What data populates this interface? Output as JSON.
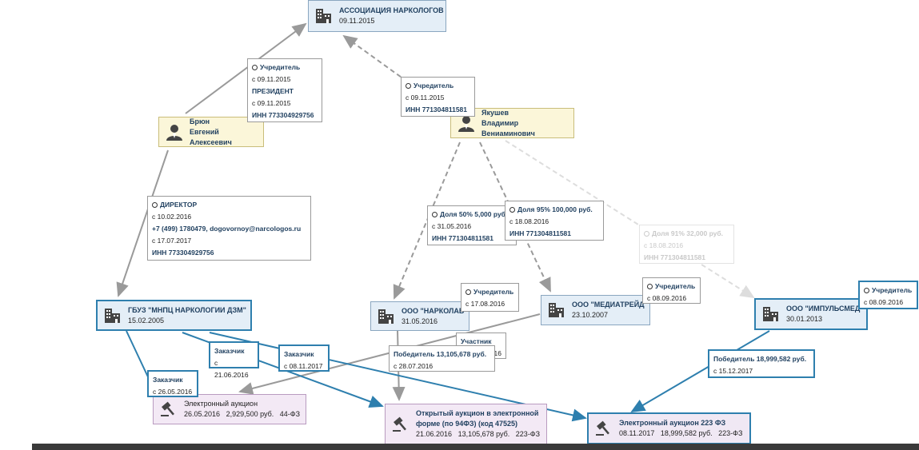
{
  "nodes": {
    "assoc": {
      "name": "АССОЦИАЦИЯ НАРКОЛОГОВ",
      "date": "09.11.2015"
    },
    "bryun": {
      "name1": "Брюн",
      "name2": "Евгений Алексеевич"
    },
    "yakushev": {
      "name1": "Якушев",
      "name2": "Владимир Вениаминович"
    },
    "gbuz": {
      "name": "ГБУЗ \"МНПЦ НАРКОЛОГИИ ДЗМ\"",
      "date": "15.02.2005"
    },
    "narkolab": {
      "name": "ООО \"НАРКОЛАБ",
      "date": "31.05.2016"
    },
    "mediatrade": {
      "name": "ООО \"МЕДИАТРЕЙД\"",
      "date": "23.10.2007"
    },
    "impulsmed": {
      "name": "ООО \"ИМПУЛЬСМЕД",
      "date": "30.01.2013"
    },
    "auction1": {
      "title": "Электронный аукцион",
      "date": "26.05.2016",
      "sum": "2,929,500 руб.",
      "law": "44-ФЗ"
    },
    "auction2": {
      "title1": "Открытый аукцион в электронной",
      "title2": "форме (по 94ФЗ) (код 47525)",
      "date": "21.06.2016",
      "sum": "13,105,678 руб.",
      "law": "223-ФЗ"
    },
    "auction3": {
      "title": "Электронный аукцион 223 ФЗ",
      "date": "08.11.2017",
      "sum": "18,999,582 руб.",
      "law": "223-ФЗ"
    }
  },
  "labels": {
    "bryun_founder": {
      "role": "Учредитель",
      "since1": "с 09.11.2015",
      "role2": "ПРЕЗИДЕНТ",
      "since2": "с 09.11.2015",
      "inn": "ИНН 773304929756"
    },
    "yak_founder": {
      "role": "Учредитель",
      "since": "с 09.11.2015",
      "inn": "ИНН 771304811581"
    },
    "director": {
      "role": "ДИРЕКТОР",
      "since1": "с 10.02.2016",
      "contact": "+7 (499) 1780479, dogovornoy@narcologos.ru",
      "since2": "с 17.07.2017",
      "inn": "ИНН 773304929756"
    },
    "share50": {
      "share": "Доля 50%  5,000 руб.",
      "since": "с 31.05.2016",
      "inn": "ИНН 771304811581"
    },
    "share95": {
      "share": "Доля 95%  100,000 руб.",
      "since": "с 18.08.2016",
      "inn": "ИНН 771304811581"
    },
    "share91": {
      "share": "Доля 91%  32,000 руб.",
      "since": "с 18.08.2016",
      "inn": "ИНН 771304811581"
    },
    "narkolab_founder": {
      "role": "Учредитель",
      "since": "с 17.08.2016"
    },
    "mediatrade_founder": {
      "role": "Учредитель",
      "since": "с 08.09.2016"
    },
    "impulsmed_founder": {
      "role": "Учредитель",
      "since": "с 08.09.2016"
    },
    "participant": {
      "role": "Участник",
      "since_tail": "16"
    },
    "winner1": {
      "role": "Победитель 13,105,678 руб.",
      "since": "с 28.07.2016"
    },
    "winner2": {
      "role": "Победитель 18,999,582 руб.",
      "since": "с 15.12.2017"
    },
    "customer1": {
      "role": "Заказчик",
      "since": "с 21.06.2016"
    },
    "customer2": {
      "role": "Заказчик",
      "since": "с 08.11.2017"
    },
    "customer3": {
      "role": "Заказчик",
      "since": "с 26.05.2016"
    }
  },
  "colors": {
    "blue_edge": "#2e7fae",
    "gray_edge": "#9a9a9a",
    "faded_edge": "#dddddd"
  },
  "icons": {
    "org": "building-icon",
    "person": "person-icon",
    "tender": "gavel-icon",
    "label": "location-pin-icon"
  }
}
